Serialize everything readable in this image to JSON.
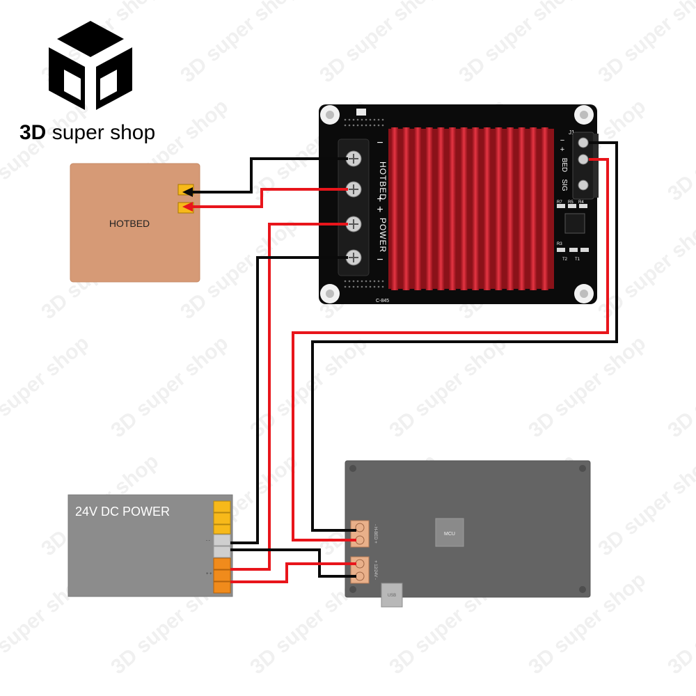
{
  "brand": {
    "logo_name": "3D super shop",
    "bold_part": "3D",
    "rest_part": " super shop"
  },
  "watermark": {
    "text": "3D super shop"
  },
  "hotbed": {
    "label": "HOTBED"
  },
  "power_supply": {
    "label": "24V DC POWER"
  },
  "mosfet_module": {
    "hotbed_label": "HOTBED",
    "power_label": "POWER",
    "bed_label": "BED",
    "sig_label": "SIG",
    "plus": "+",
    "minus": "−",
    "model": "C-845",
    "j1": "J1",
    "silk": [
      "R7",
      "R5",
      "R4",
      "R3",
      "T2",
      "T1"
    ]
  },
  "controller_board": {
    "mcu_label": "MCU",
    "usb_label": "USB",
    "bed_label": "- H-BED +",
    "power_label": "+ 12/24V -"
  },
  "colors": {
    "wire_positive": "#e8151b",
    "wire_negative": "#0a0a0a",
    "hotbed": "#d69a76",
    "power_supply": "#8c8c8c",
    "terminal_orange": "#f08b1c",
    "terminal_yellow": "#f7b91a",
    "heatsink": "#d42a35",
    "board": "#646464"
  }
}
